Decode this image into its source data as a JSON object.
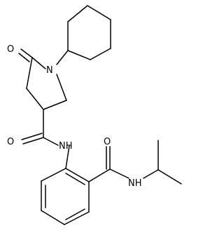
{
  "molecule": {
    "atoms": {
      "n_ring": "N",
      "o_lactam": "O",
      "o_amide1": "O",
      "nh_amide1": "NH",
      "o_amide2": "O",
      "nh_amide2": "NH"
    }
  }
}
